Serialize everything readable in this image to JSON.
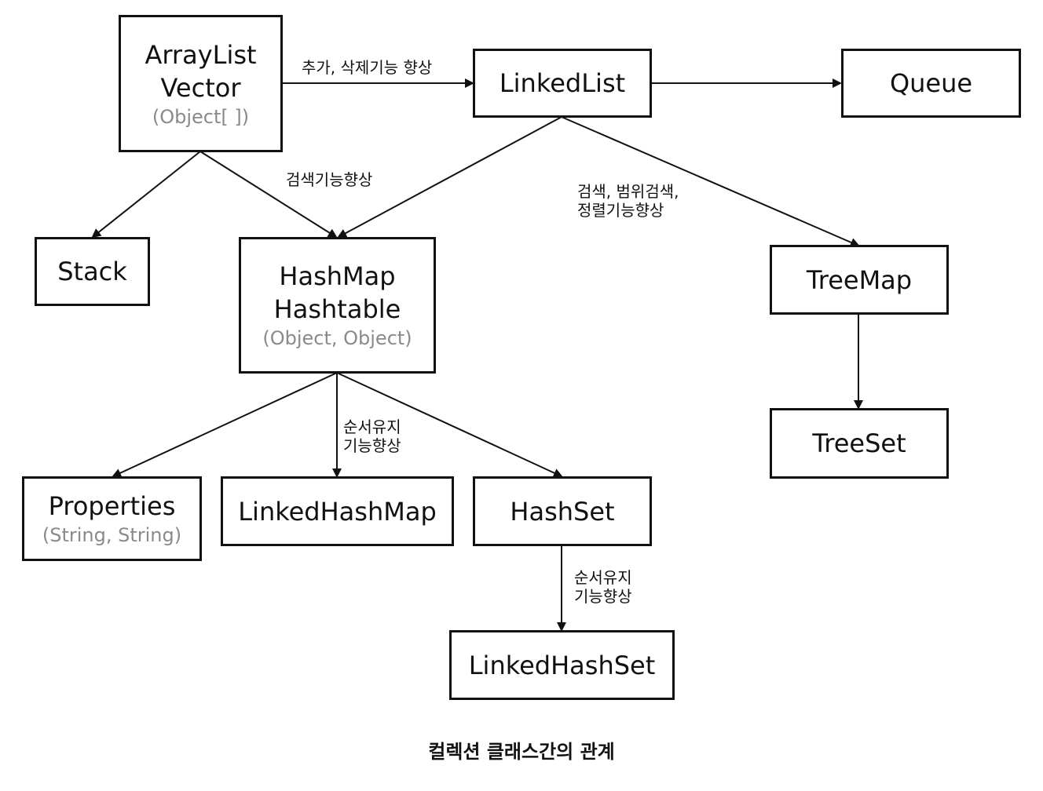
{
  "nodes": {
    "arraylist": {
      "lines": [
        "ArrayList",
        "Vector"
      ],
      "sub": "(Object[ ])"
    },
    "linkedlist": {
      "lines": [
        "LinkedList"
      ]
    },
    "queue": {
      "lines": [
        "Queue"
      ]
    },
    "stack": {
      "lines": [
        "Stack"
      ]
    },
    "hashmap": {
      "lines": [
        "HashMap",
        "Hashtable"
      ],
      "sub": "(Object, Object)"
    },
    "treemap": {
      "lines": [
        "TreeMap"
      ]
    },
    "treeset": {
      "lines": [
        "TreeSet"
      ]
    },
    "properties": {
      "lines": [
        "Properties"
      ],
      "sub": "(String, String)"
    },
    "linkedhashmap": {
      "lines": [
        "LinkedHashMap"
      ]
    },
    "hashset": {
      "lines": [
        "HashSet"
      ]
    },
    "linkedhashset": {
      "lines": [
        "LinkedHashSet"
      ]
    }
  },
  "edge_labels": {
    "arraylist_to_linkedlist": "추가, 삭제기능 향상",
    "arraylist_to_hashmap": "검색기능향상",
    "linkedlist_to_treemap": "검색, 범위검색,\n정렬기능향상",
    "hashmap_to_linkedhashmap": "순서유지\n기능향상",
    "hashset_to_linkedhashset": "순서유지\n기능향상"
  },
  "caption": "컬렉션 클래스간의 관계"
}
